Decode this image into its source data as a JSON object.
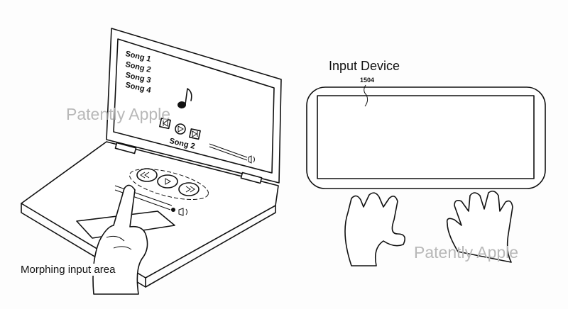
{
  "laptop": {
    "songs": [
      "Song 1",
      "Song 2",
      "Song 3",
      "Song 4"
    ],
    "now_playing": "Song 2",
    "caption": "Morphing input area"
  },
  "input_device": {
    "title": "Input Device",
    "reference_number": "1504"
  },
  "watermarks": [
    "Patently Apple",
    "Patently Apple"
  ]
}
